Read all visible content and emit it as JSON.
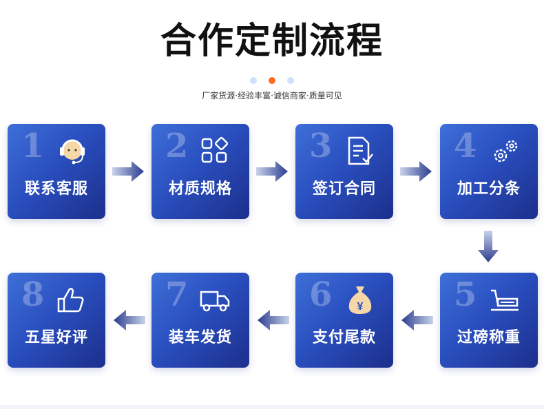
{
  "header": {
    "title": "合作定制流程",
    "subtitle": "厂家货源·经验丰富·诚信商家·质量可见"
  },
  "colors": {
    "accent_dot": "#ff6a1f",
    "light_dot": "#cfe0fb",
    "card_start": "#3f6fd8",
    "card_end": "#1c2f8c"
  },
  "steps": [
    {
      "num": "1",
      "label": "联系客服",
      "icon": "customer-service-headset-icon"
    },
    {
      "num": "2",
      "label": "材质规格",
      "icon": "grid-shapes-icon"
    },
    {
      "num": "3",
      "label": "签订合同",
      "icon": "contract-document-icon"
    },
    {
      "num": "4",
      "label": "加工分条",
      "icon": "gears-icon"
    },
    {
      "num": "5",
      "label": "过磅称重",
      "icon": "scale-icon"
    },
    {
      "num": "6",
      "label": "支付尾款",
      "icon": "money-bag-icon"
    },
    {
      "num": "7",
      "label": "装车发货",
      "icon": "delivery-truck-icon"
    },
    {
      "num": "8",
      "label": "五星好评",
      "icon": "thumbs-up-icon"
    }
  ]
}
